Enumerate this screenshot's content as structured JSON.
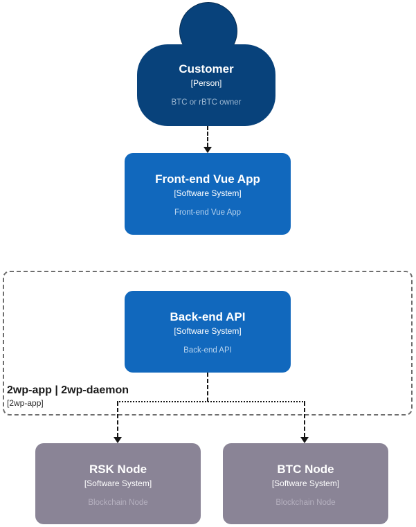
{
  "nodes": {
    "customer": {
      "name": "Customer",
      "type": "[Person]",
      "description": "BTC or rBTC owner"
    },
    "frontend": {
      "name": "Front-end Vue App",
      "type": "[Software System]",
      "description": "Front-end Vue App"
    },
    "backend": {
      "name": "Back-end API",
      "type": "[Software System]",
      "description": "Back-end API"
    },
    "rsk_node": {
      "name": "RSK Node",
      "type": "[Software System]",
      "description": "Blockchain Node"
    },
    "btc_node": {
      "name": "BTC Node",
      "type": "[Software System]",
      "description": "Blockchain Node"
    }
  },
  "boundary": {
    "title": "2wp-app | 2wp-daemon",
    "subtitle": "[2wp-app]"
  },
  "colors": {
    "canvas_bg": "#ffffff",
    "person_fill": "#08427b",
    "system_fill": "#1168bd",
    "external_fill": "#8a8496",
    "boundary_border": "#6e6e6e",
    "connector": "#151515"
  }
}
